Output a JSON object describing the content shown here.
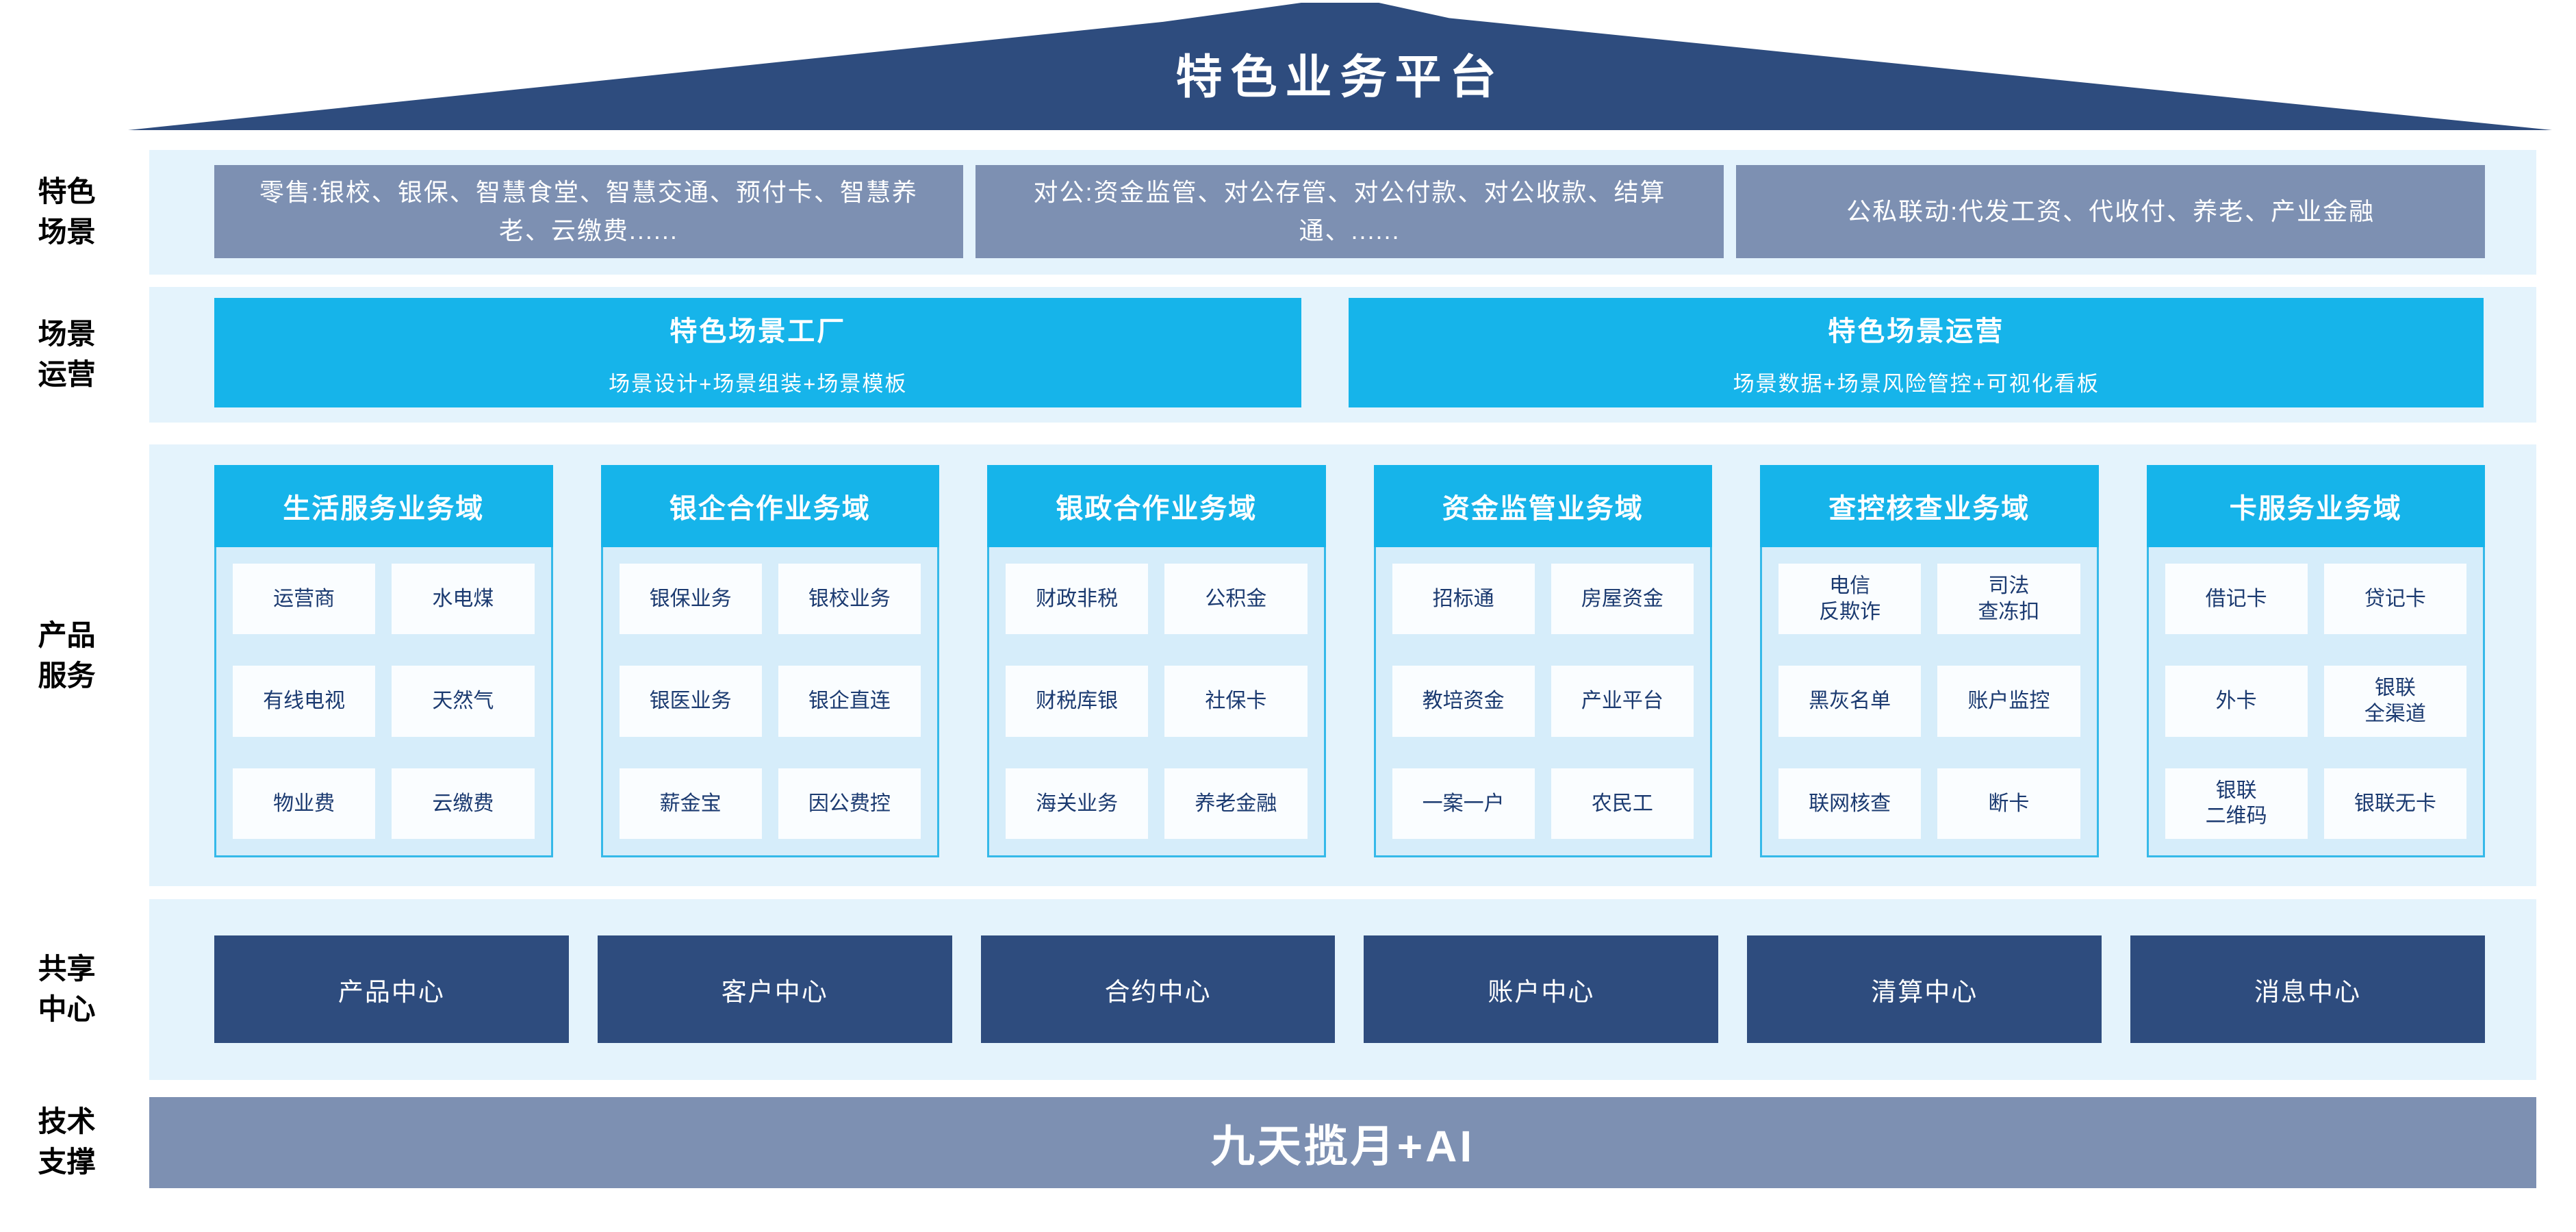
{
  "colors": {
    "navy": "#2e4c7e",
    "slate": "#7d90b2",
    "cyan": "#16b4ea",
    "band": "#e4f3fc",
    "col_body": "#d6edfa",
    "cell_bg": "#fafdff",
    "cell_text": "#1b3a70",
    "col_border": "#35b9e9",
    "label_text": "#000000",
    "page_bg": "#ffffff"
  },
  "banner": {
    "title": "特色业务平台"
  },
  "side_labels": {
    "scenes": "特色\n场景",
    "operation": "场景\n运营",
    "products": "产品\n服务",
    "sharing": "共享\n中心",
    "tech": "技术\n支撑"
  },
  "scene_row": {
    "boxes": [
      "零售:银校、银保、智慧食堂、智慧交通、预付卡、智慧养老、云缴费......",
      "对公:资金监管、对公存管、对公付款、对公收款、结算通、......",
      "公私联动:代发工资、代收付、养老、产业金融"
    ]
  },
  "operation_row": {
    "factory": {
      "title": "特色场景工厂",
      "subtitle": "场景设计+场景组装+场景模板"
    },
    "ops": {
      "title": "特色场景运营",
      "subtitle": "场景数据+场景风险管控+可视化看板"
    }
  },
  "product_row": {
    "domains": [
      {
        "header": "生活服务业务域",
        "cells": [
          "运营商",
          "水电煤",
          "有线电视",
          "天然气",
          "物业费",
          "云缴费"
        ]
      },
      {
        "header": "银企合作业务域",
        "cells": [
          "银保业务",
          "银校业务",
          "银医业务",
          "银企直连",
          "薪金宝",
          "因公费控"
        ]
      },
      {
        "header": "银政合作业务域",
        "cells": [
          "财政非税",
          "公积金",
          "财税库银",
          "社保卡",
          "海关业务",
          "养老金融"
        ]
      },
      {
        "header": "资金监管业务域",
        "cells": [
          "招标通",
          "房屋资金",
          "教培资金",
          "产业平台",
          "一案一户",
          "农民工"
        ]
      },
      {
        "header": "查控核查业务域",
        "cells": [
          "电信\n反欺诈",
          "司法\n查冻扣",
          "黑灰名单",
          "账户监控",
          "联网核查",
          "断卡"
        ]
      },
      {
        "header": "卡服务业务域",
        "cells": [
          "借记卡",
          "贷记卡",
          "外卡",
          "银联\n全渠道",
          "银联\n二维码",
          "银联无卡"
        ]
      }
    ]
  },
  "sharing_row": {
    "centers": [
      "产品中心",
      "客户中心",
      "合约中心",
      "账户中心",
      "清算中心",
      "消息中心"
    ]
  },
  "tech_row": {
    "bar": "九天揽月+AI"
  }
}
